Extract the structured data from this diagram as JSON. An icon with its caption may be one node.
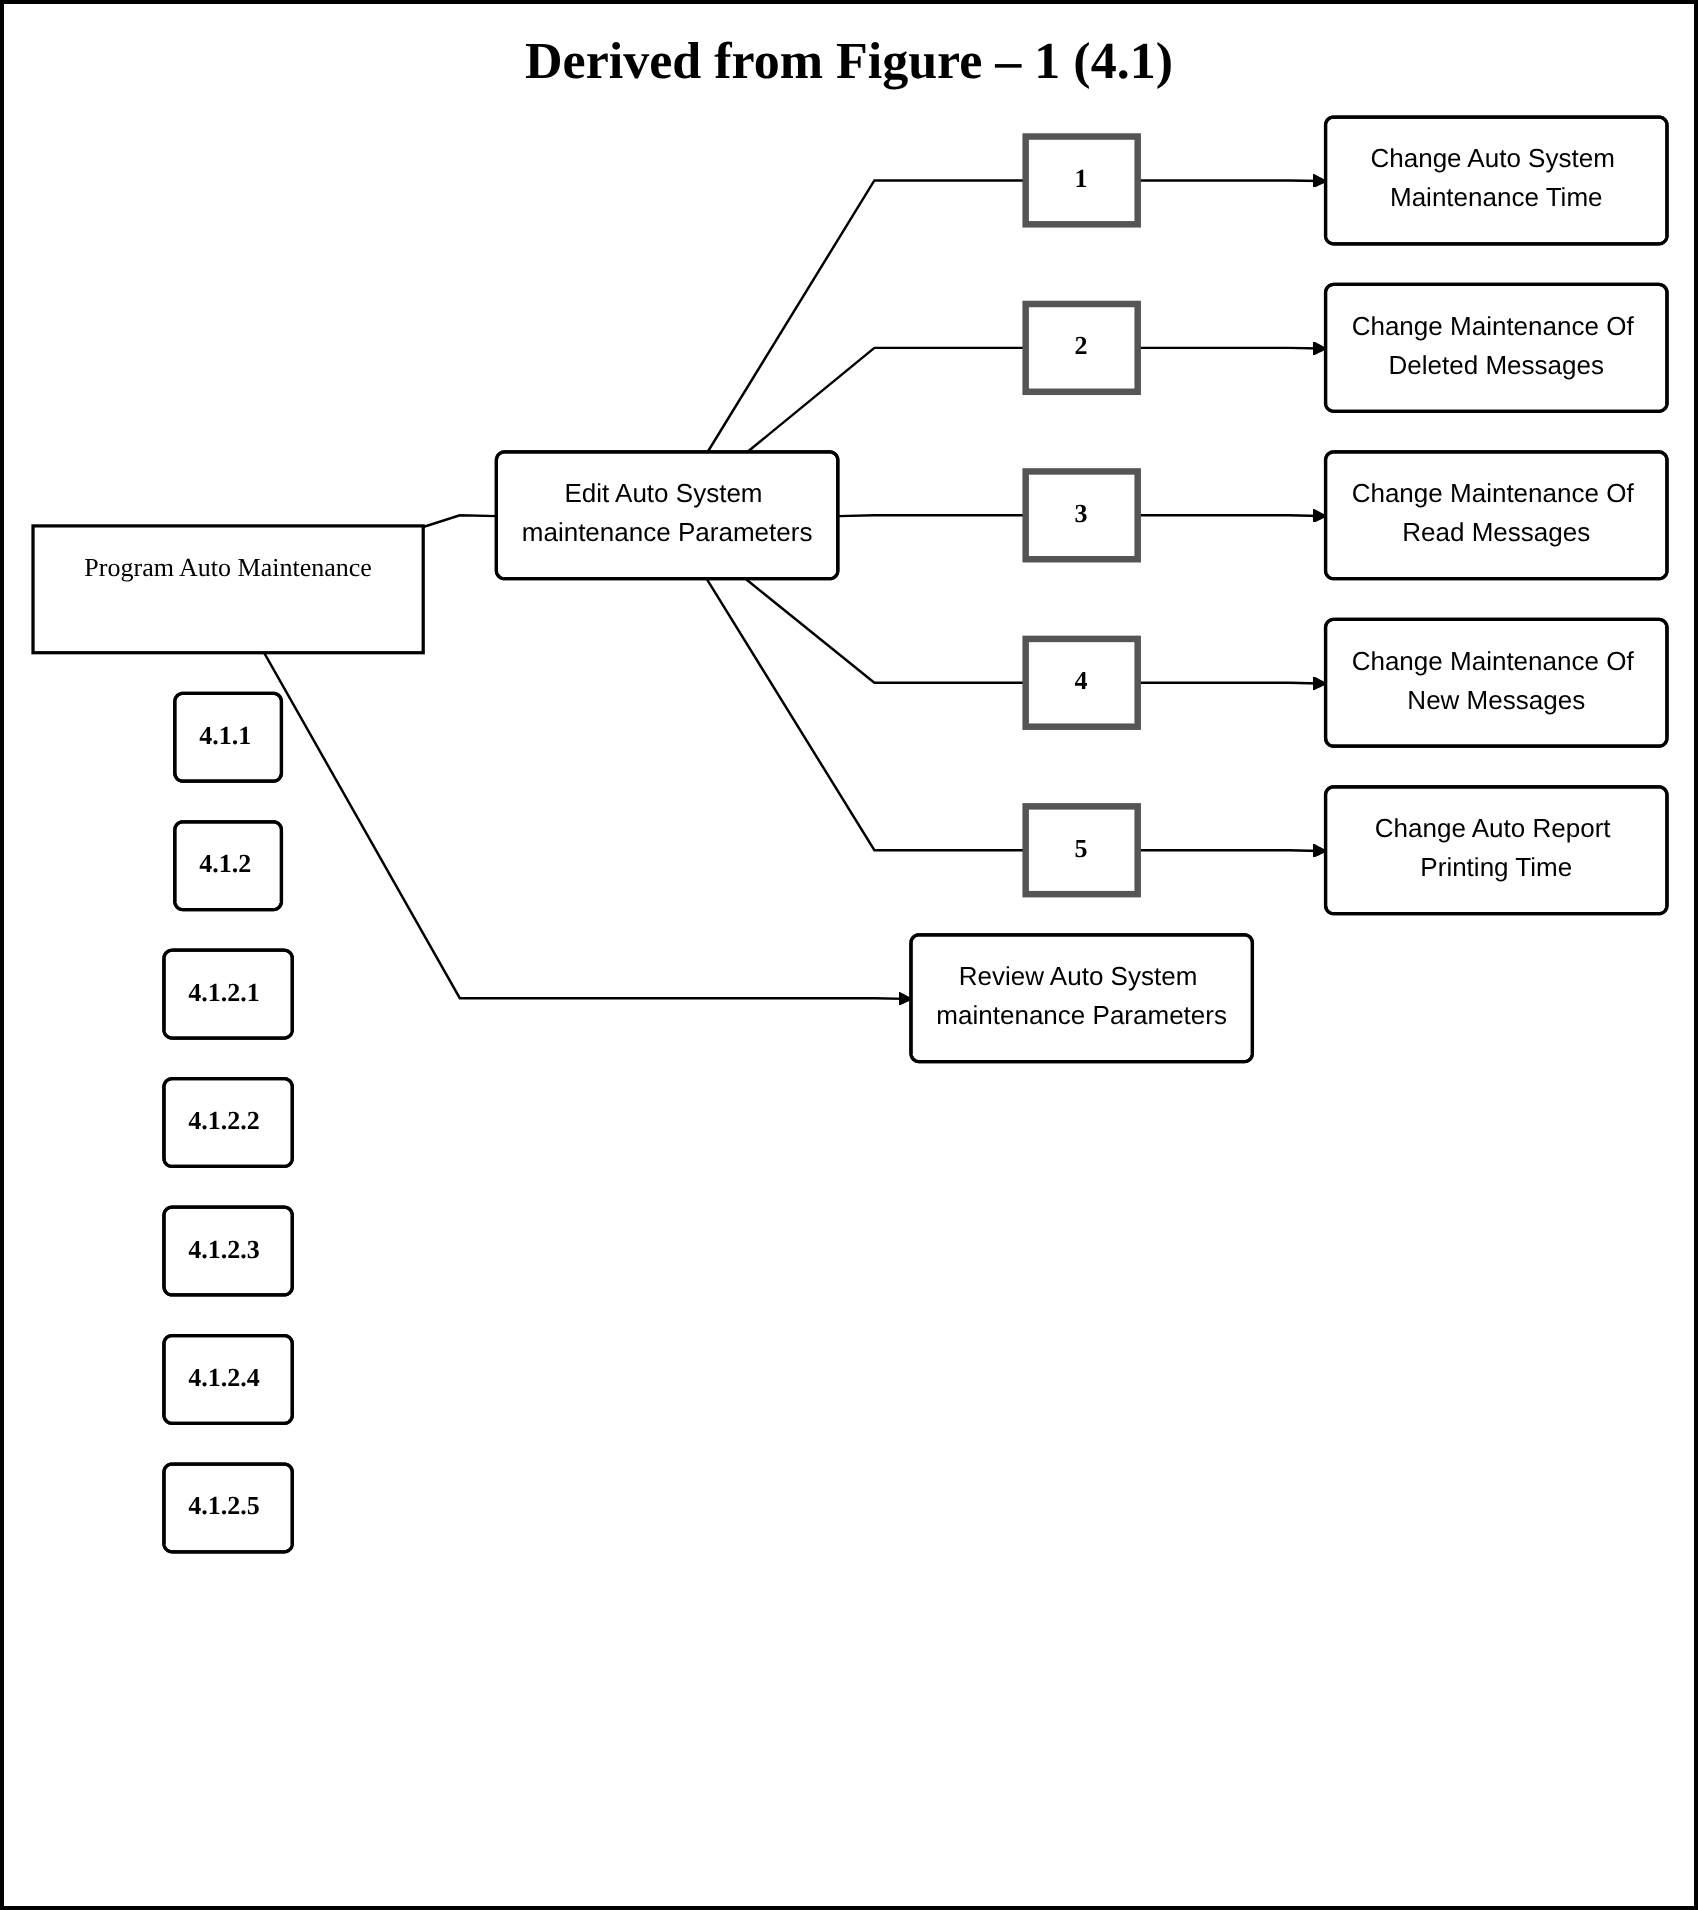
{
  "diagram": {
    "title": "Derived from Figure – 1 (4.1)",
    "nodes": [
      {
        "text": [
          "Program Auto Maintenance"
        ]
      },
      {
        "text": [
          "Review Auto System maintenance Parameters"
        ]
      },
      {
        "text": [
          "4.1.1"
        ]
      },
      {
        "text": [
          "Edit Auto System maintenance Parameters"
        ]
      },
      {
        "text": [
          "4.1.2"
        ]
      },
      {
        "text": [
          "1"
        ]
      },
      {
        "text": [
          "Change Auto System Maintenance Time"
        ]
      },
      {
        "text": [
          "4.1.2.1"
        ]
      },
      {
        "text": [
          "2"
        ]
      },
      {
        "text": [
          "Change Maintenance Of Deleted Messages"
        ]
      },
      {
        "text": [
          "4.1.2.2"
        ]
      },
      {
        "text": [
          "3"
        ]
      },
      {
        "text": [
          "Change Maintenance Of Read Messages"
        ]
      },
      {
        "text": [
          "4.1.2.3"
        ]
      },
      {
        "text": [
          "4"
        ]
      },
      {
        "text": [
          "Change Maintenance Of New Messages"
        ]
      },
      {
        "text": [
          "4.1.2.4"
        ]
      },
      {
        "text": [
          "5"
        ]
      },
      {
        "text": [
          "Change Auto Report Printing Time"
        ]
      },
      {
        "text": [
          "4.1.2.5"
        ]
      }
    ],
    "edges": [
      {
        "from": 0,
        "to": 1,
        "arrow": "to"
      },
      {
        "from": 0,
        "to": 3,
        "arrow": "none"
      },
      {
        "from": 3,
        "to": 5,
        "arrow": "none"
      },
      {
        "from": 3,
        "to": 8,
        "arrow": "none"
      },
      {
        "from": 3,
        "to": 11,
        "arrow": "none"
      },
      {
        "from": 3,
        "to": 14,
        "arrow": "none"
      },
      {
        "from": 3,
        "to": 17,
        "arrow": "none"
      },
      {
        "from": 5,
        "to": 6,
        "arrow": "to"
      },
      {
        "from": 8,
        "to": 9,
        "arrow": "to"
      },
      {
        "from": 11,
        "to": 12,
        "arrow": "to"
      },
      {
        "from": 14,
        "to": 15,
        "arrow": "to"
      },
      {
        "from": 17,
        "to": 18,
        "arrow": "to"
      }
    ]
  }
}
